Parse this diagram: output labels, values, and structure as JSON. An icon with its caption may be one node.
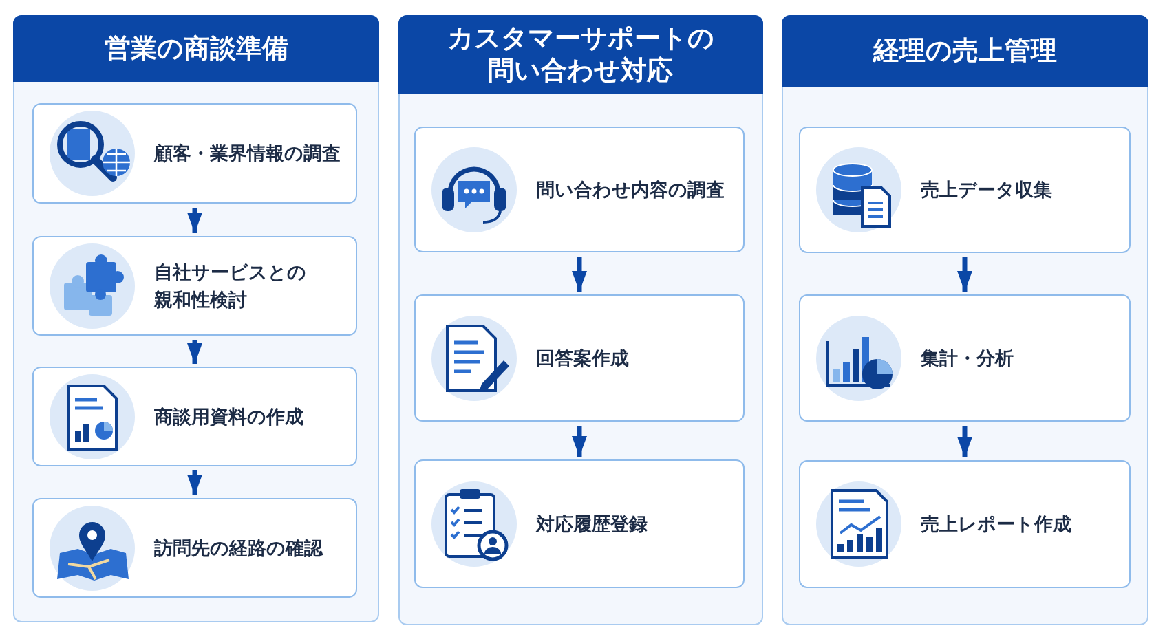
{
  "diagram": {
    "nodes": [
      {
        "text": [
          "営業の商談準備"
        ]
      },
      {
        "text": [
          "顧客・業界情報の調査"
        ],
        "in": 0
      },
      {
        "text": [
          "自社サービスとの親和性検討"
        ],
        "in": 0
      },
      {
        "text": [
          "商談用資料の作成"
        ],
        "in": 0
      },
      {
        "text": [
          "訪問先の経路の確認"
        ],
        "in": 0
      },
      {
        "text": [
          "カスタマーサポートの問い合わせ対応"
        ]
      },
      {
        "text": [
          "問い合わせ内容の調査"
        ],
        "in": 5
      },
      {
        "text": [
          "回答案作成"
        ],
        "in": 5
      },
      {
        "text": [
          "対応履歴登録"
        ],
        "in": 5
      },
      {
        "text": [
          "経理の売上管理"
        ]
      },
      {
        "text": [
          "売上データ収集"
        ],
        "in": 9
      },
      {
        "text": [
          "集計・分析"
        ],
        "in": 9
      },
      {
        "text": [
          "売上レポート作成"
        ],
        "in": 9
      }
    ],
    "edges": [
      {
        "from": 1,
        "to": 2,
        "arrow": "to"
      },
      {
        "from": 2,
        "to": 3,
        "arrow": "to"
      },
      {
        "from": 3,
        "to": 4,
        "arrow": "to"
      },
      {
        "from": 6,
        "to": 7,
        "arrow": "to"
      },
      {
        "from": 7,
        "to": 8,
        "arrow": "to"
      },
      {
        "from": 10,
        "to": 11,
        "arrow": "to"
      },
      {
        "from": 11,
        "to": 12,
        "arrow": "to"
      }
    ]
  }
}
